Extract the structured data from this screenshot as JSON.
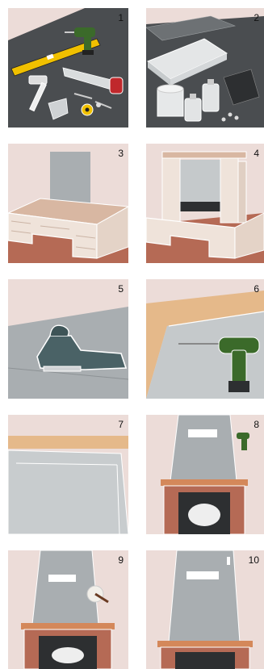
{
  "steps": [
    {
      "number": "1"
    },
    {
      "number": "2"
    },
    {
      "number": "3"
    },
    {
      "number": "4"
    },
    {
      "number": "5"
    },
    {
      "number": "6"
    },
    {
      "number": "7"
    },
    {
      "number": "8"
    },
    {
      "number": "9"
    },
    {
      "number": "10"
    }
  ],
  "colors": {
    "panel_background": "#ecdcd8",
    "floor_dark": "#4a4d50",
    "board_grey": "#a9aeb1",
    "brick_light": "#efe3da",
    "brick_outline": "#ffffff",
    "floor_brown": "#b56a55",
    "wood": "#e5b98a",
    "drill_green": "#3b6a2a",
    "tool_yellow": "#f0c000",
    "saw_red": "#c0282c"
  },
  "icons": [
    "hammer-icon",
    "tape-measure-icon",
    "saw-icon",
    "drill-icon",
    "jigsaw-icon",
    "glue-bucket-icon",
    "trowel-icon",
    "screws-icon"
  ]
}
